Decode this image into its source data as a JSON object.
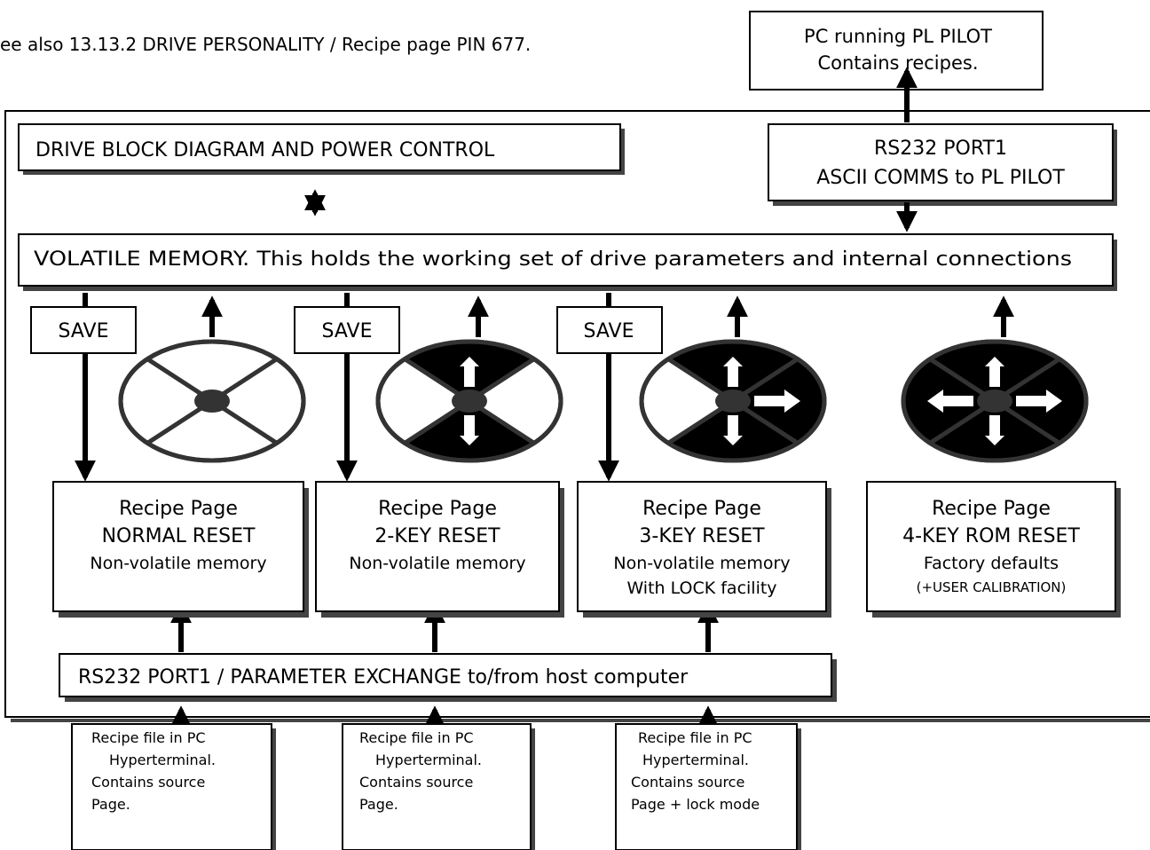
{
  "header_note": "ee also 13.13.2 DRIVE PERSONALITY / Recipe page   PIN 677.",
  "pc_box": {
    "line1": "PC running PL PILOT",
    "line2": "Contains recipes."
  },
  "drive_block": "DRIVE BLOCK DIAGRAM AND POWER CONTROL",
  "rs232_top": {
    "line1": "RS232 PORT1",
    "line2": "ASCII COMMS to PL PILOT"
  },
  "volatile_memory": "VOLATILE MEMORY. This holds the working set of drive parameters and internal connections",
  "save_labels": [
    "SAVE",
    "SAVE",
    "SAVE"
  ],
  "recipe_pages": [
    {
      "title": "Recipe Page",
      "reset": "NORMAL RESET",
      "desc1": "Non-volatile memory",
      "desc2": ""
    },
    {
      "title": "Recipe Page",
      "reset": "2-KEY RESET",
      "desc1": "Non-volatile memory",
      "desc2": ""
    },
    {
      "title": "Recipe Page",
      "reset": "3-KEY RESET",
      "desc1": "Non-volatile memory",
      "desc2": "With LOCK facility"
    },
    {
      "title": "Recipe Page",
      "reset": "4-KEY ROM RESET",
      "desc1": "Factory defaults",
      "desc2": "(+USER CALIBRATION)"
    }
  ],
  "key_indicators": [
    {
      "name": "no-keys",
      "keys": []
    },
    {
      "name": "two-keys",
      "keys": [
        "up",
        "down"
      ]
    },
    {
      "name": "three-keys",
      "keys": [
        "up",
        "down",
        "right"
      ]
    },
    {
      "name": "four-keys",
      "keys": [
        "up",
        "down",
        "left",
        "right"
      ]
    }
  ],
  "rs232_exchange": "RS232 PORT1 / PARAMETER EXCHANGE to/from host computer",
  "recipe_files": [
    {
      "l1": "Recipe file in PC",
      "l2": "Hyperterminal.",
      "l3": "Contains source",
      "l4": "Page."
    },
    {
      "l1": "Recipe file in PC",
      "l2": "Hyperterminal.",
      "l3": "Contains source",
      "l4": "Page."
    },
    {
      "l1": "Recipe file in PC",
      "l2": "Hyperterminal.",
      "l3": "Contains source",
      "l4": "Page + lock mode"
    }
  ],
  "colors": {
    "ink": "#000000",
    "dot": "#333333",
    "paper": "#ffffff",
    "shadow": "#444444"
  }
}
